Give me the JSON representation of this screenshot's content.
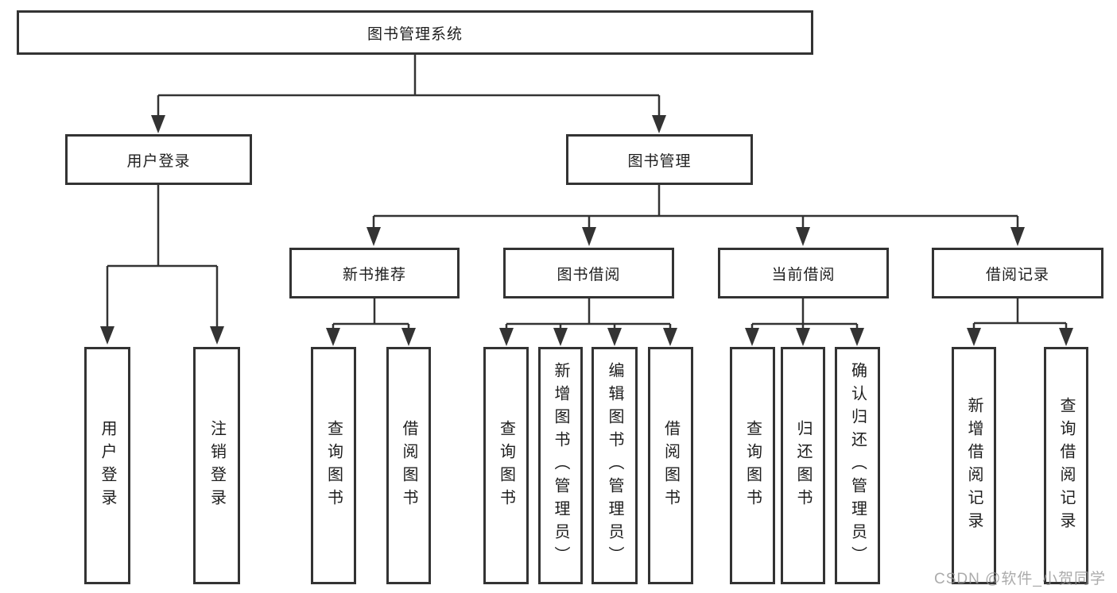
{
  "nodes": {
    "root": "图书管理系统",
    "user_login": "用户登录",
    "book_mgmt": "图书管理",
    "new_book_rec": "新书推荐",
    "book_borrow": "图书借阅",
    "current_borrow": "当前借阅",
    "borrow_record": "借阅记录",
    "leaf_user_login": "用户登录",
    "leaf_logout": "注销登录",
    "rec_query": "查询图书",
    "rec_borrow": "借阅图书",
    "bb_query": "查询图书",
    "bb_add": "新增图书（管理员）",
    "bb_edit": "编辑图书（管理员）",
    "bb_borrow": "借阅图书",
    "cb_query": "查询图书",
    "cb_return": "归还图书",
    "cb_confirm": "确认归还（管理员）",
    "br_add": "新增借阅记录",
    "br_query": "查询借阅记录"
  },
  "watermark": "CSDN @软件_小贺同学",
  "colors": {
    "line": "#333333",
    "text": "#1e1e1e",
    "background": "#ffffff",
    "watermark": "#969696"
  }
}
